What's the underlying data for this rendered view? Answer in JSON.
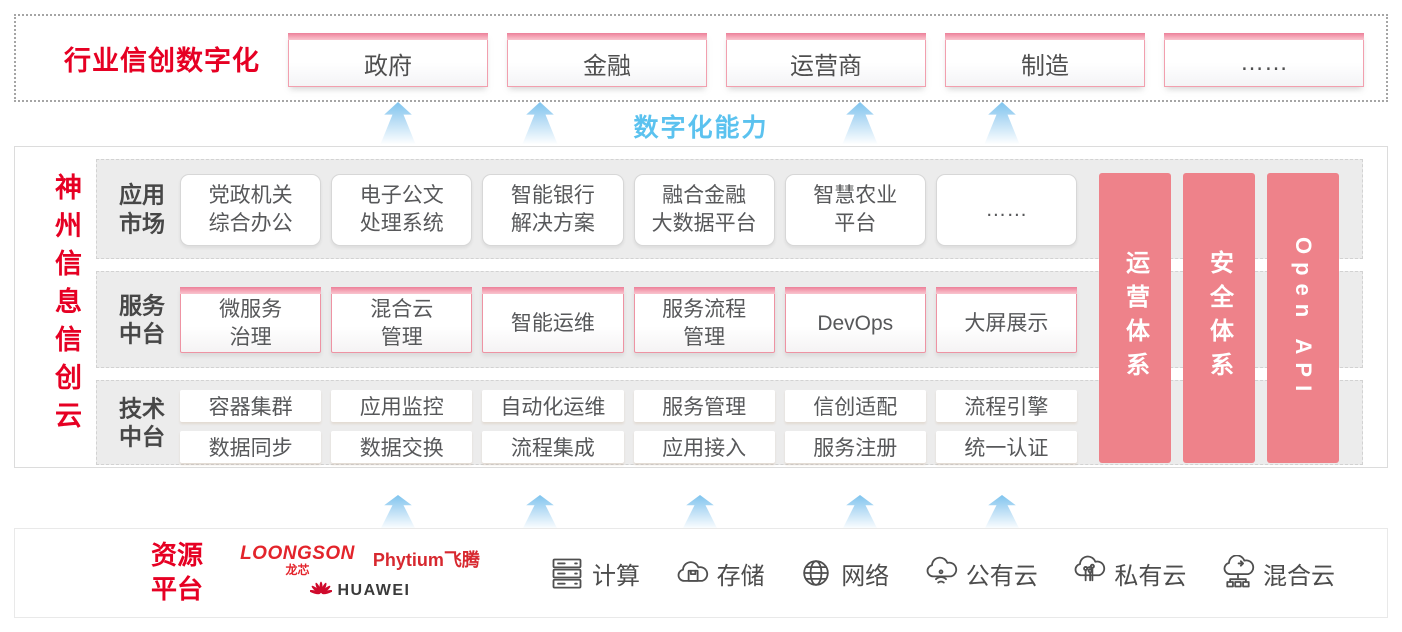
{
  "colors": {
    "accent_red": "#e60023",
    "bar_pink": "#ee828a",
    "pink_border": "#ee93a3",
    "capability_blue": "#5bc2ef",
    "strip_gray": "#ececec"
  },
  "top_banner": {
    "title": "行业信创数字化",
    "industries": [
      "政府",
      "金融",
      "运营商",
      "制造",
      "……"
    ]
  },
  "capability_label": "数字化能力",
  "platform": {
    "vertical_title": "神州信息信创云",
    "rows": [
      {
        "label": "应用市场",
        "items": [
          "党政机关\n综合办公",
          "电子公文\n处理系统",
          "智能银行\n解决方案",
          "融合金融\n大数据平台",
          "智慧农业\n平台",
          "……"
        ]
      },
      {
        "label": "服务中台",
        "items": [
          "微服务\n治理",
          "混合云\n管理",
          "智能运维",
          "服务流程\n管理",
          "DevOps",
          "大屏展示"
        ]
      },
      {
        "label": "技术中台",
        "items": [
          [
            "容器集群",
            "应用监控",
            "自动化运维",
            "服务管理",
            "信创适配",
            "流程引擎"
          ],
          [
            "数据同步",
            "数据交换",
            "流程集成",
            "应用接入",
            "服务注册",
            "统一认证"
          ]
        ]
      }
    ],
    "sidebars": [
      "运营体系",
      "安全体系",
      "Open API"
    ]
  },
  "resources": {
    "title": "资源平台",
    "vendors": {
      "loongson_en": "LOONGSON",
      "loongson_cn": "龙芯",
      "phytium": "Phytium飞腾",
      "huawei": "HUAWEI"
    },
    "items": [
      {
        "icon": "compute-server-icon",
        "label": "计算"
      },
      {
        "icon": "storage-cloud-icon",
        "label": "存储"
      },
      {
        "icon": "network-globe-icon",
        "label": "网络"
      },
      {
        "icon": "public-cloud-icon",
        "label": "公有云"
      },
      {
        "icon": "private-cloud-icon",
        "label": "私有云"
      },
      {
        "icon": "hybrid-cloud-icon",
        "label": "混合云"
      }
    ]
  }
}
